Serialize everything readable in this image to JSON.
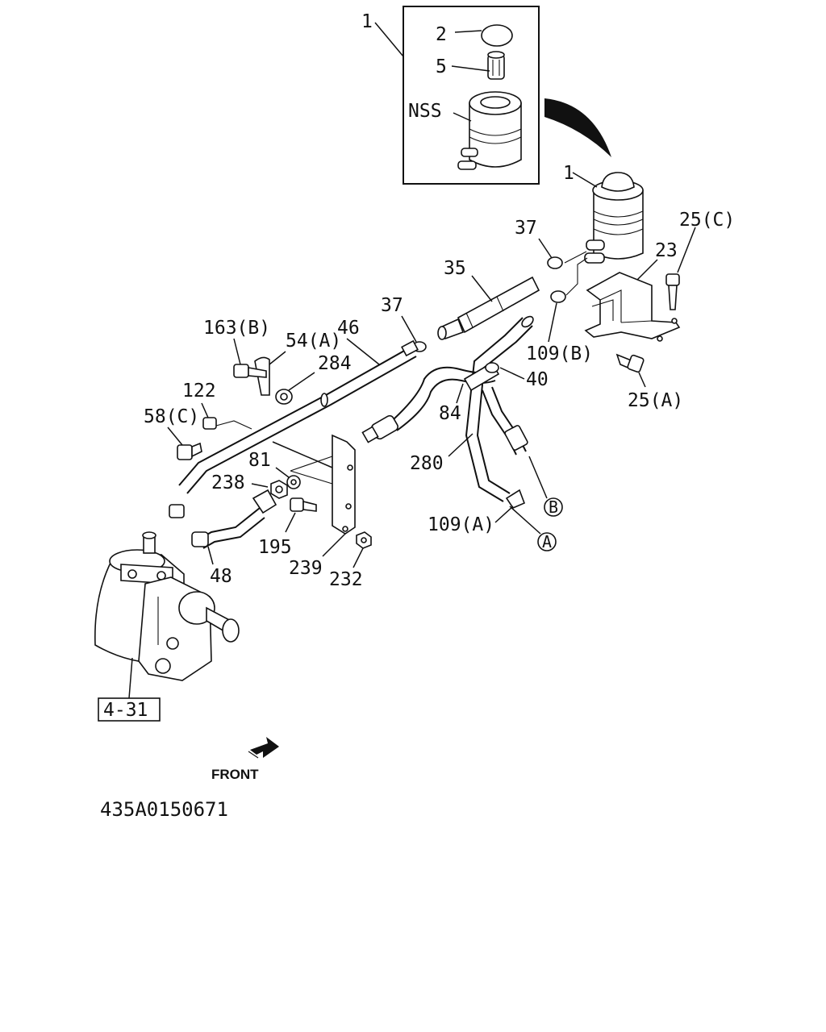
{
  "callouts": {
    "inset_1": "1",
    "inset_2": "2",
    "inset_5": "5",
    "inset_nss": "NSS",
    "tank_1": "1",
    "p25c": "25(C)",
    "p23": "23",
    "p37_top": "37",
    "p35": "35",
    "p37_mid": "37",
    "p109b": "109(B)",
    "p25a": "25(A)",
    "p163b": "163(B)",
    "p54a": "54(A)",
    "p46": "46",
    "p284": "284",
    "p40": "40",
    "p84": "84",
    "p122": "122",
    "p58c": "58(C)",
    "p280": "280",
    "p81": "81",
    "p238": "238",
    "p195": "195",
    "p239": "239",
    "p232": "232",
    "p48": "48",
    "p109a": "109(A)",
    "circle_b": "B",
    "circle_a": "A",
    "ref_box": "4-31"
  },
  "front_label": "FRONT",
  "drawing_code": "435A0150671",
  "icons": {
    "front_arrow": "front-arrow-icon"
  }
}
